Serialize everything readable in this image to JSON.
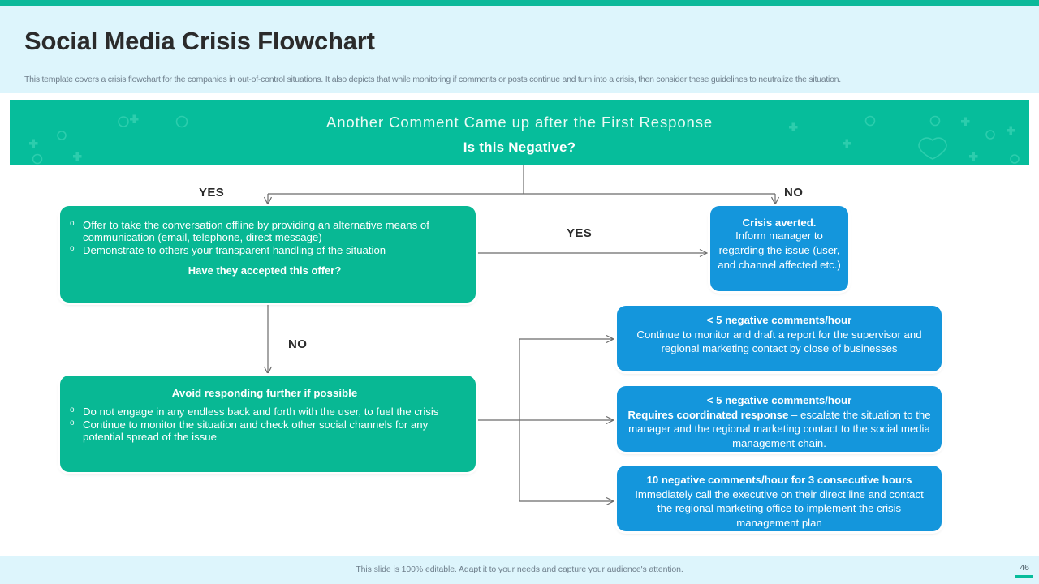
{
  "header": {
    "title": "Social Media Crisis Flowchart",
    "subtitle": "This template covers a crisis flowchart for the companies in out-of-control situations. It also depicts that while monitoring if comments or posts continue and turn into a crisis, then consider these guidelines to neutralize the situation."
  },
  "banner": {
    "line1": "Another Comment Came up after the First Response",
    "line2": "Is this Negative?"
  },
  "labels": {
    "yes_top": "YES",
    "no_top": "NO",
    "yes_mid": "YES",
    "no_left": "NO"
  },
  "nodes": {
    "offer": {
      "bullets": [
        "Offer to take the conversation offline by providing an alternative means of communication (email, telephone, direct message)",
        "Demonstrate to others your transparent handling of the situation"
      ],
      "question": "Have they accepted this offer?"
    },
    "crisis_averted": {
      "heading": "Crisis averted.",
      "body": "Inform manager to regarding the issue (user, and channel affected etc.)"
    },
    "avoid": {
      "heading": "Avoid responding further if possible",
      "bullets": [
        "Do not engage in any endless back and forth with the user, to fuel the crisis",
        "Continue to monitor the situation and check other social channels for any potential spread of the issue"
      ]
    },
    "lt5_a": {
      "heading": "< 5 negative comments/hour",
      "body": "Continue to monitor and draft a report for the supervisor and regional marketing contact by close of businesses"
    },
    "lt5_b": {
      "heading": "< 5 negative comments/hour",
      "body_bold": "Requires coordinated response",
      "body_rest": " – escalate the situation to the manager and the regional marketing contact to the social media management chain."
    },
    "ten": {
      "heading": "10 negative comments/hour for 3 consecutive hours",
      "body": "Immediately call the executive on their direct line and contact the regional marketing office to implement the crisis management plan"
    }
  },
  "footer": {
    "note": "This slide is 100% editable. Adapt it to your needs and capture your audience's attention.",
    "page_number": "46"
  },
  "colors": {
    "accent_green": "#06bd9b",
    "node_green": "#08b894",
    "node_blue": "#1496dc",
    "header_bg": "#ddf5fc",
    "connector": "#6b6b6b"
  }
}
